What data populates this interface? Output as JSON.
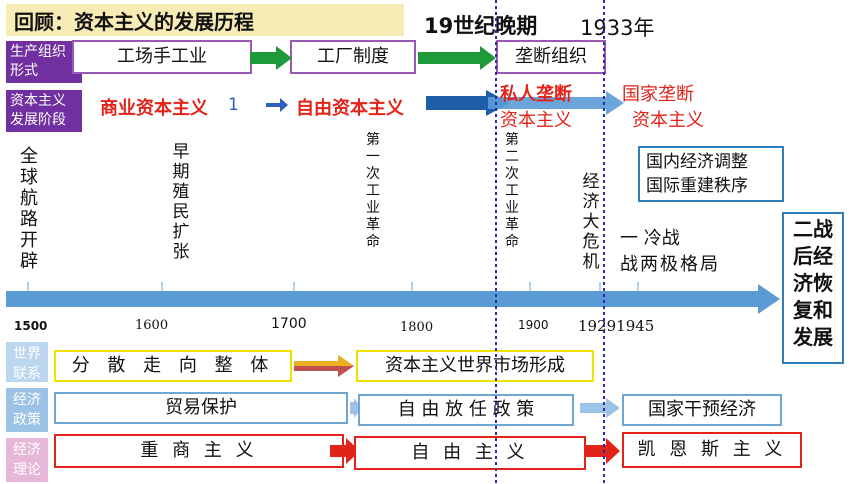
{
  "title": "回顾：资本主义的发展历程",
  "headers": {
    "late19": "19世纪晚期",
    "y1933": "1933年"
  },
  "rows": {
    "production": {
      "label": "生产组织形式",
      "stages": [
        "工场手工业",
        "工厂制度",
        "垄断组织"
      ]
    },
    "stage": {
      "label": "资本主义发展阶段",
      "items": [
        "商业资本主义",
        "1",
        "自由资本主义",
        "私人垄断",
        "资本主义",
        "国家垄断",
        "资本主义"
      ]
    }
  },
  "timeline": {
    "events": {
      "exploration": "全球航路开辟",
      "colonial": "早期殖民扩张",
      "ir1": "第一次工业革命",
      "ir2": "第二次工业革命",
      "crisis": "经济大危机"
    },
    "years": [
      "1500",
      "1600",
      "1700",
      "1800",
      "1900",
      "1929",
      "1945"
    ],
    "yr_combined": "19291945",
    "adjust": [
      "国内经济调整",
      "国际重建秩序"
    ],
    "coldwar": {
      "line1": "一 冷战",
      "line2": "战两极格局"
    },
    "postwar": [
      "二战",
      "后经",
      "济恢",
      "复和",
      "发展"
    ]
  },
  "bottom": {
    "world": {
      "label": "世界联系",
      "items": [
        "分 散 走 向 整 体",
        "资本主义世界市场形成"
      ]
    },
    "policy": {
      "label": "经济政策",
      "items": [
        "贸易保护",
        "自 由 放 任 政 策",
        "国家干预经济"
      ]
    },
    "theory": {
      "label": "经济理论",
      "items": [
        "重 商 主 义",
        "自 由 主 义",
        "凯 恩 斯 主 义"
      ]
    }
  },
  "colors": {
    "purple": "#7030a0",
    "red": "#e2231a",
    "timeline": "#5b9bd5",
    "dashed": "#2b2bb0"
  }
}
